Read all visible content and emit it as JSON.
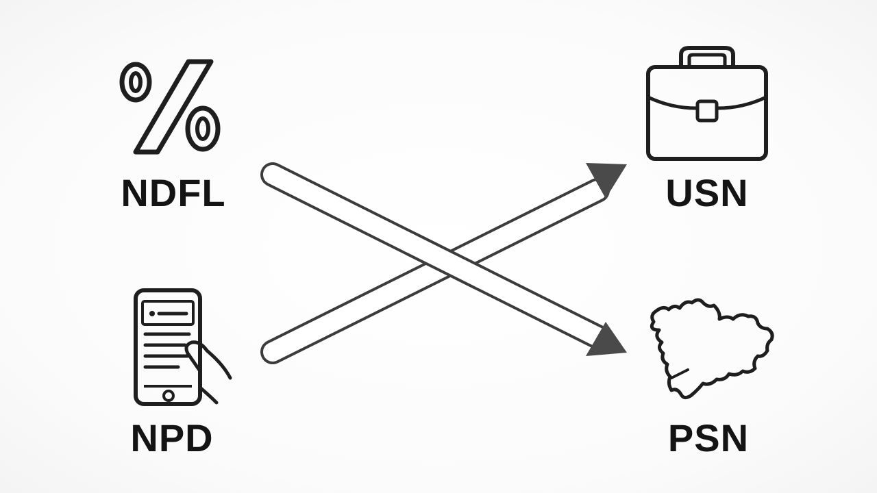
{
  "nodes": {
    "ndfl": {
      "label": "NDFL",
      "icon": "percent-icon"
    },
    "usn": {
      "label": "USN",
      "icon": "briefcase-icon"
    },
    "npd": {
      "label": "NPD",
      "icon": "smartphone-icon"
    },
    "psn": {
      "label": "PSN",
      "icon": "region-map-icon"
    }
  },
  "arrows": [
    {
      "from": "ndfl",
      "to": "psn"
    },
    {
      "from": "npd",
      "to": "usn"
    }
  ],
  "colors": {
    "stroke": "#3c3c3c",
    "arrowhead": "#4a4a4a",
    "text": "#141414",
    "background": "#fbfbfb"
  }
}
